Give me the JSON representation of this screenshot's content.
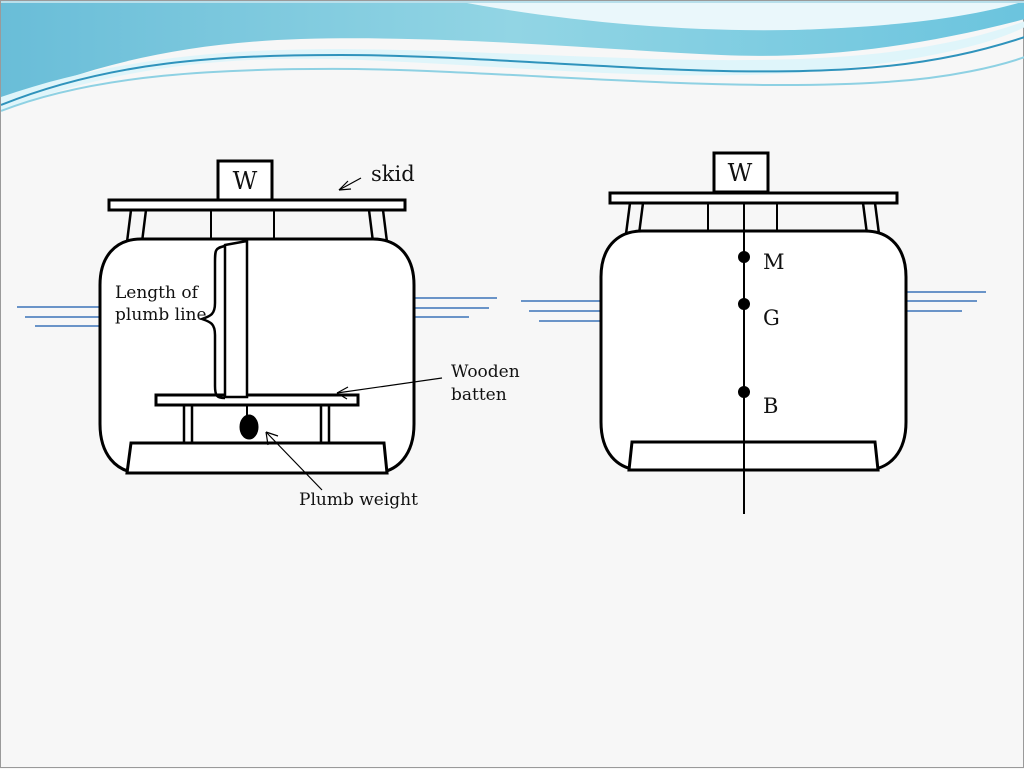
{
  "left_diagram": {
    "weight_label": "W",
    "skid_label": "skid",
    "plumb_length_label": [
      "Length of",
      "plumb line"
    ],
    "batten_label": [
      "Wooden",
      "batten"
    ],
    "plumb_weight_label": "Plumb weight"
  },
  "right_diagram": {
    "weight_label": "W",
    "point_m": "M",
    "point_g": "G",
    "point_b": "B"
  },
  "colors": {
    "banner_dark": "#5fb9d6",
    "banner_light": "#bfe7f0",
    "water_line": "#3b73b9",
    "ink": "#000000"
  }
}
